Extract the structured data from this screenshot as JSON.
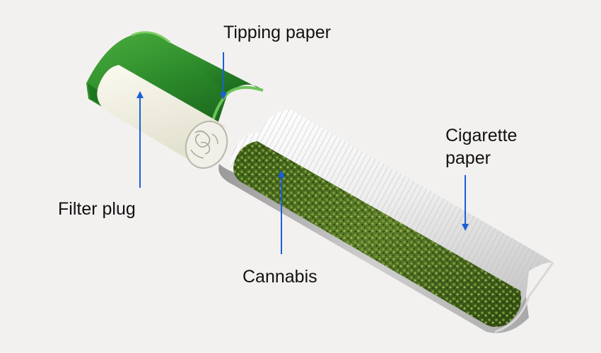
{
  "labels": {
    "tipping_paper": "Tipping paper",
    "cigarette_paper_line1": "Cigarette",
    "cigarette_paper_line2": "paper",
    "filter_plug": "Filter plug",
    "cannabis": "Cannabis"
  },
  "colors": {
    "background": "#f3f1f0",
    "arrow": "#1a5fd8",
    "tipping_green": "#2e8f2c",
    "paper_white": "#ececec",
    "cannabis_green": "#4f6f22",
    "filter_cream": "#f2f1e4"
  }
}
